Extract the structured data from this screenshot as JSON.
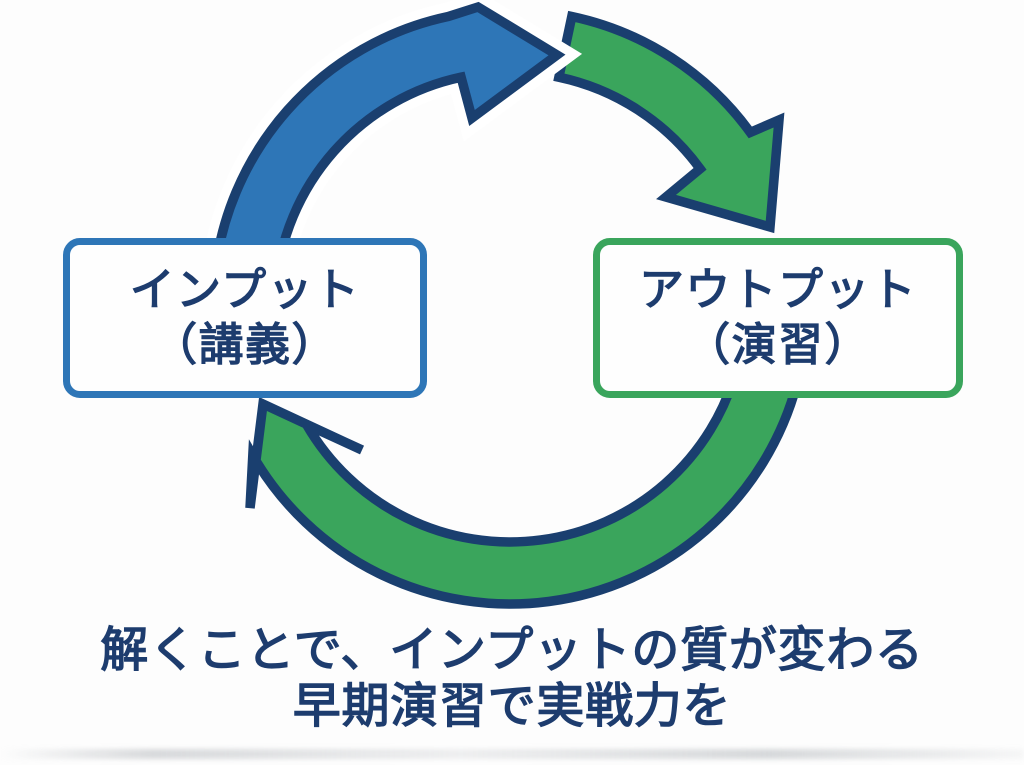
{
  "diagram": {
    "input_box": {
      "line1": "インプット",
      "line2": "（講義）"
    },
    "output_box": {
      "line1": "アウトプット",
      "line2": "（演習）"
    },
    "caption": {
      "line1": "解くことで、インプットの質が変わる",
      "line2": "早期演習で実戦力を"
    }
  },
  "colors": {
    "blue": "#2e76b7",
    "green": "#3aa55c",
    "outline_navy": "#1a3f6f",
    "text_navy": "#1d3c6e",
    "box_border_blue": "#2e76b7",
    "box_border_green": "#3aa55c",
    "background": "#fdfdfd",
    "halo_white": "#ffffff"
  }
}
